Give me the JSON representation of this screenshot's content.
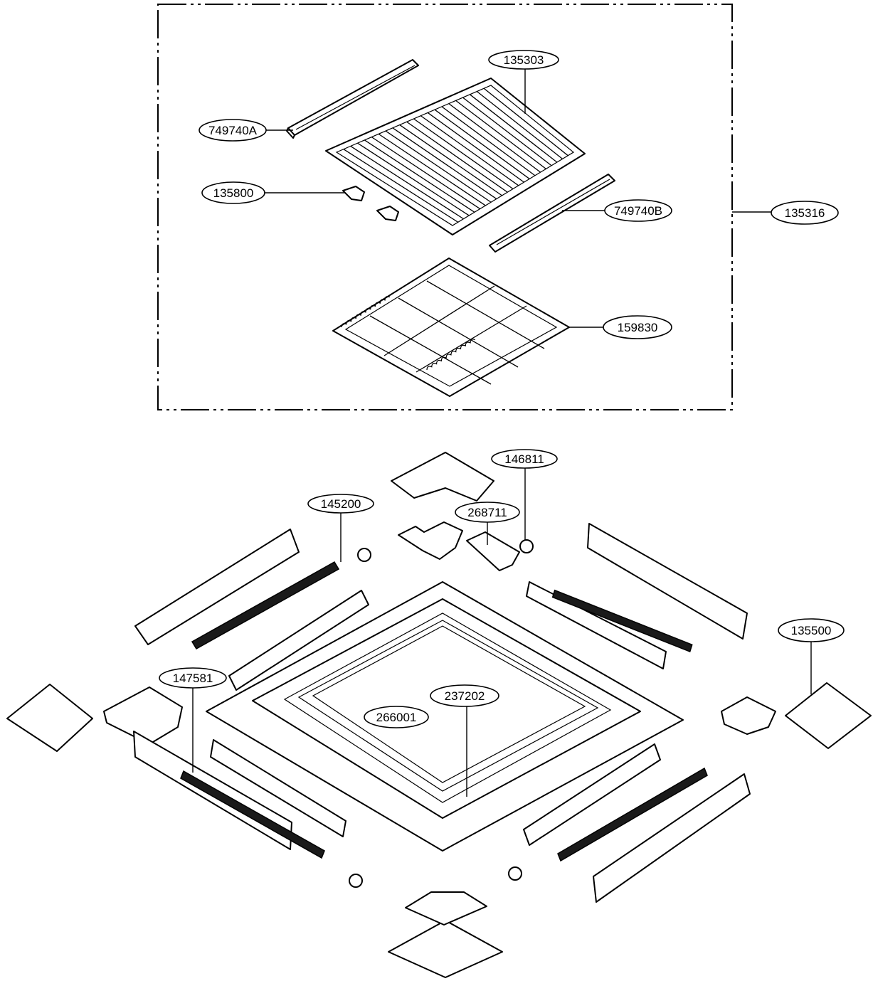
{
  "labels": {
    "filter_grille": "135303",
    "guide_left": "749740A",
    "guide_right": "749740B",
    "hinge": "135800",
    "assembly": "135316",
    "air_filter": "159830",
    "motor_right": "146811",
    "motor_left": "145200",
    "bracket": "268711",
    "corner_cover": "135500",
    "louver": "147581",
    "panel_frame": "237202",
    "switch": "266001"
  }
}
